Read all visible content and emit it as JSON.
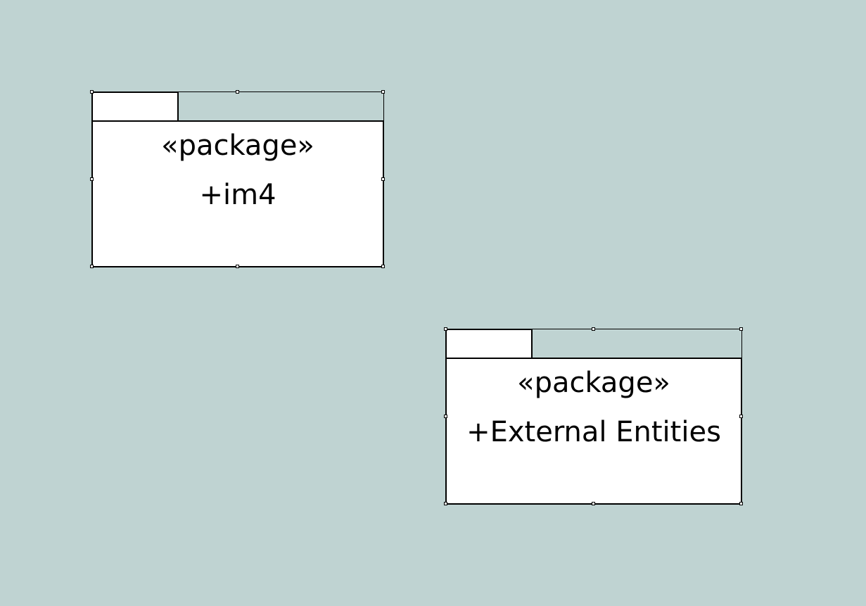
{
  "canvas": {
    "background": "#bfd3d2"
  },
  "packages": [
    {
      "stereotype": "«package»",
      "name": "+im4"
    },
    {
      "stereotype": "«package»",
      "name": "+External Entities"
    }
  ]
}
